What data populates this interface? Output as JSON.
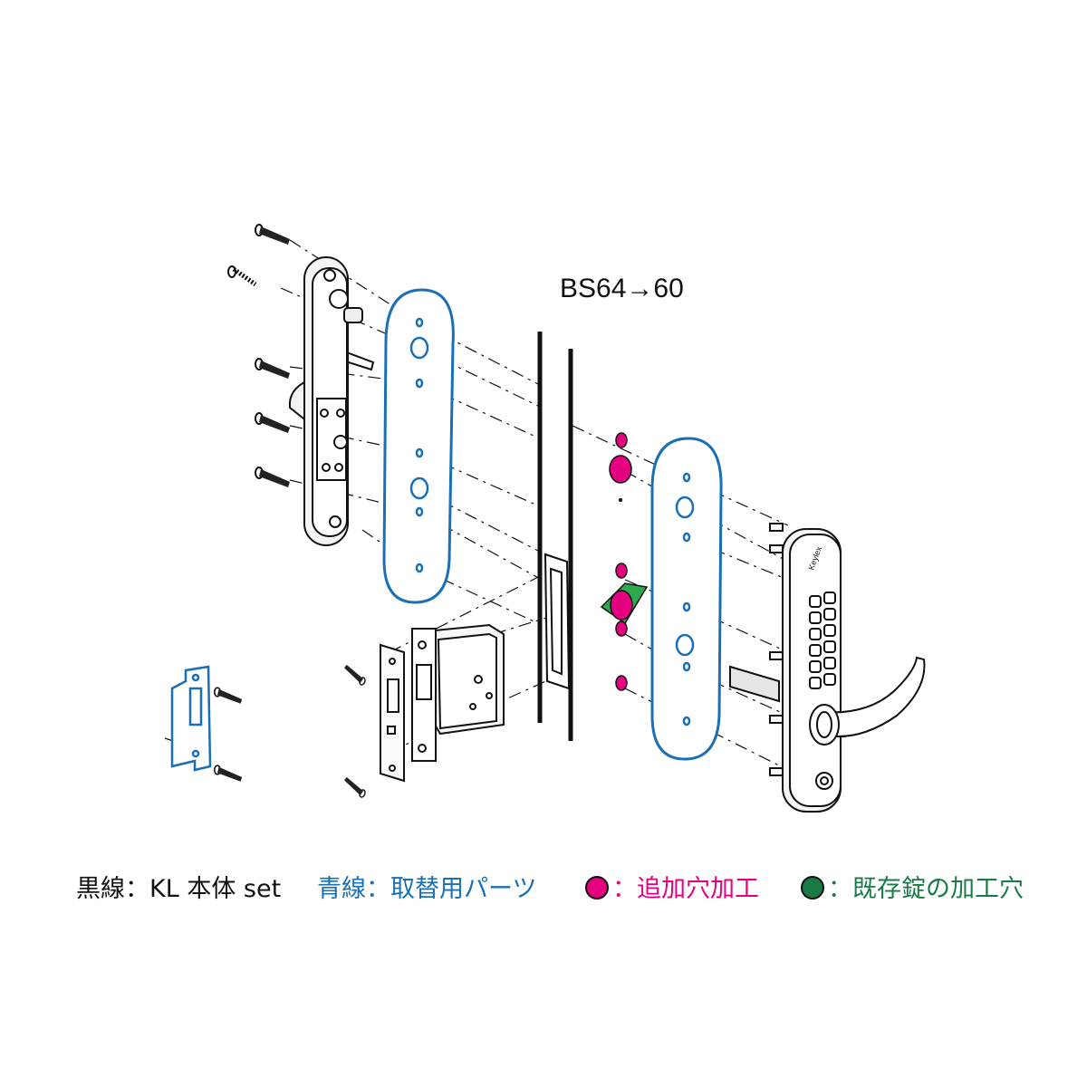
{
  "dimension_label": "BS64→60",
  "legend": {
    "black_line": "黒線：KL 本体 set",
    "blue_line": "青線：取替用パーツ",
    "magenta_dot": "：追加穴加工",
    "green_dot": "：既存錠の加工穴"
  },
  "colors": {
    "black_line": "#111111",
    "blue_line": "#1a6fb5",
    "magenta": "#e4007f",
    "green": "#1a7a45",
    "green_fill": "#2fa84f"
  },
  "parts": [
    "screw-icon",
    "inner-handle-backplate",
    "blue-inner-adapter-plate",
    "door-panel",
    "mortise-lock-body",
    "strike-plate",
    "blue-outer-adapter-plate",
    "keypad-lock-unit",
    "lever-handle"
  ]
}
